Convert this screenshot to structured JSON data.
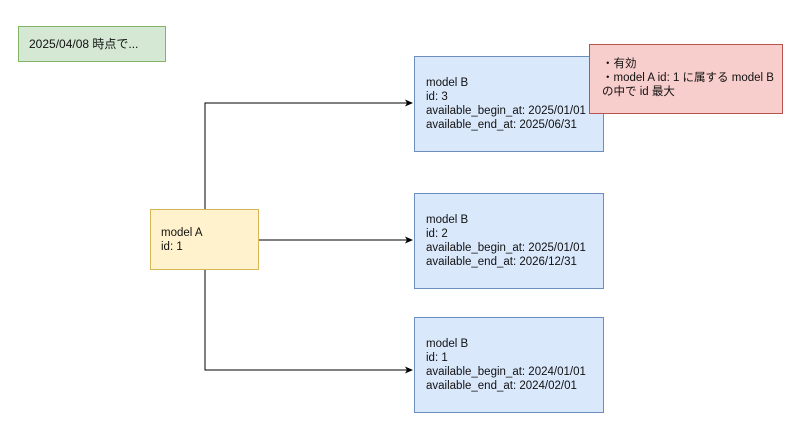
{
  "note_top": "2025/04/08 時点で...",
  "model_a": {
    "title": "model A",
    "id_line": "id: 1"
  },
  "model_b_items": [
    {
      "title": "model B",
      "id_line": "id: 3",
      "begin_line": "available_begin_at: 2025/01/01",
      "end_line": "available_end_at: 2025/06/31"
    },
    {
      "title": "model B",
      "id_line": "id: 2",
      "begin_line": "available_begin_at: 2025/01/01",
      "end_line": "available_end_at: 2026/12/31"
    },
    {
      "title": "model B",
      "id_line": "id: 1",
      "begin_line": "available_begin_at: 2024/01/01",
      "end_line": "available_end_at: 2024/02/01"
    }
  ],
  "annotation": {
    "lines": [
      "・有効",
      "・model A id: 1 に属する model B",
      "の中で id 最大"
    ]
  },
  "colors": {
    "green_fill": "#d5e8d4",
    "yellow_fill": "#fff2cc",
    "blue_fill": "#dae8fc",
    "red_fill": "#f8cecc",
    "edge": "#000000"
  }
}
